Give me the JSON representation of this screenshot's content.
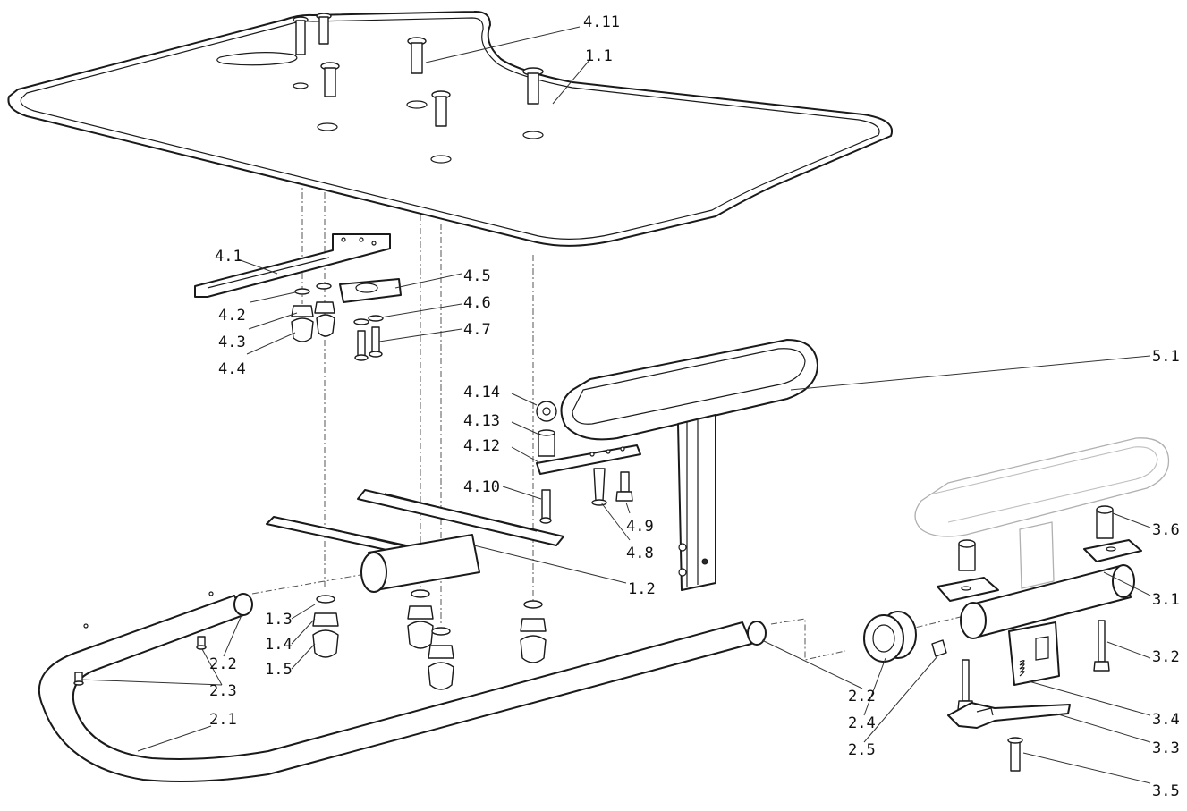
{
  "labels": [
    {
      "id": "4.11",
      "text": "4.11"
    },
    {
      "id": "1.1",
      "text": "1.1"
    },
    {
      "id": "4.1",
      "text": "4.1"
    },
    {
      "id": "4.5",
      "text": "4.5"
    },
    {
      "id": "4.2",
      "text": "4.2"
    },
    {
      "id": "4.6",
      "text": "4.6"
    },
    {
      "id": "4.3",
      "text": "4.3"
    },
    {
      "id": "4.7",
      "text": "4.7"
    },
    {
      "id": "4.4",
      "text": "4.4"
    },
    {
      "id": "5.1",
      "text": "5.1"
    },
    {
      "id": "4.14",
      "text": "4.14"
    },
    {
      "id": "4.13",
      "text": "4.13"
    },
    {
      "id": "4.12",
      "text": "4.12"
    },
    {
      "id": "4.10",
      "text": "4.10"
    },
    {
      "id": "4.9",
      "text": "4.9"
    },
    {
      "id": "4.8",
      "text": "4.8"
    },
    {
      "id": "3.6",
      "text": "3.6"
    },
    {
      "id": "1.2",
      "text": "1.2"
    },
    {
      "id": "3.1",
      "text": "3.1"
    },
    {
      "id": "1.3",
      "text": "1.3"
    },
    {
      "id": "2.2a",
      "text": "2.2"
    },
    {
      "id": "1.4",
      "text": "1.4"
    },
    {
      "id": "3.2",
      "text": "3.2"
    },
    {
      "id": "2.3",
      "text": "2.3"
    },
    {
      "id": "1.5",
      "text": "1.5"
    },
    {
      "id": "2.2b",
      "text": "2.2"
    },
    {
      "id": "3.4",
      "text": "3.4"
    },
    {
      "id": "2.1",
      "text": "2.1"
    },
    {
      "id": "2.4",
      "text": "2.4"
    },
    {
      "id": "3.3",
      "text": "3.3"
    },
    {
      "id": "2.5",
      "text": "2.5"
    },
    {
      "id": "3.5",
      "text": "3.5"
    }
  ]
}
